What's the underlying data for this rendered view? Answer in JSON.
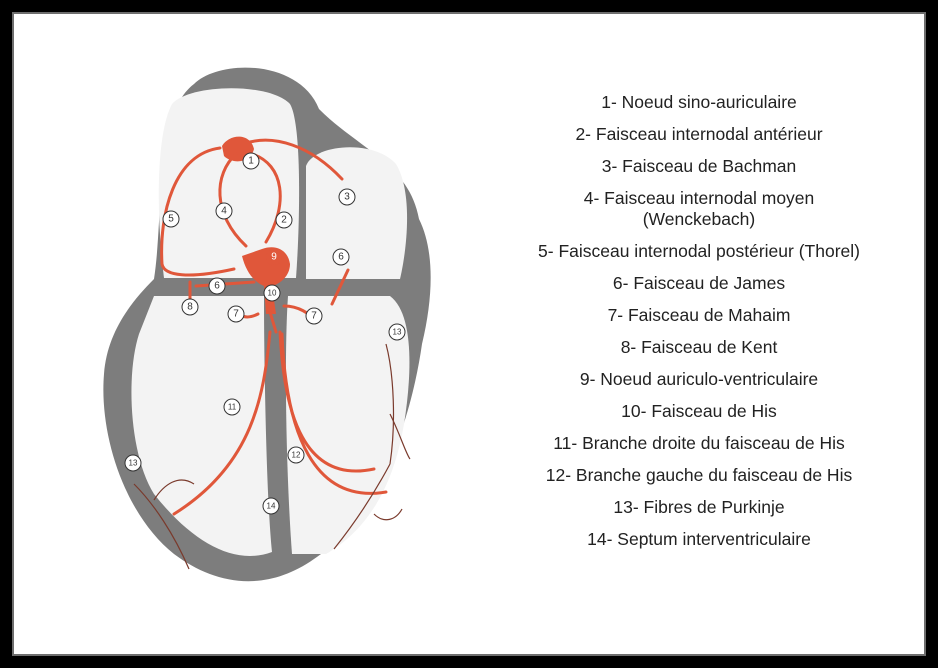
{
  "legend": [
    {
      "line1": "1- Noeud sino-auriculaire",
      "line2": ""
    },
    {
      "line1": "2- Faisceau internodal antérieur",
      "line2": ""
    },
    {
      "line1": "3- Faisceau de Bachman",
      "line2": ""
    },
    {
      "line1": "4- Faisceau internodal moyen",
      "line2": "(Wenckebach)"
    },
    {
      "line1": "5- Faisceau internodal postérieur (Thorel)",
      "line2": ""
    },
    {
      "line1": "6- Faisceau de James",
      "line2": ""
    },
    {
      "line1": "7- Faisceau de Mahaim",
      "line2": ""
    },
    {
      "line1": "8- Faisceau de Kent",
      "line2": ""
    },
    {
      "line1": "9- Noeud auriculo-ventriculaire",
      "line2": ""
    },
    {
      "line1": "10- Faisceau de His",
      "line2": ""
    },
    {
      "line1": "11- Branche droite du faisceau de His",
      "line2": ""
    },
    {
      "line1": "12- Branche gauche du faisceau de His",
      "line2": ""
    },
    {
      "line1": "13- Fibres de Purkinje",
      "line2": ""
    },
    {
      "line1": "14- Septum interventriculaire",
      "line2": ""
    }
  ],
  "markers": {
    "m1": "1",
    "m2": "2",
    "m3": "3",
    "m4": "4",
    "m5": "5",
    "m6a": "6",
    "m6b": "6",
    "m7a": "7",
    "m7b": "7",
    "m8": "8",
    "m9": "9",
    "m10": "10",
    "m11": "11",
    "m12": "12",
    "m13a": "13",
    "m13b": "13",
    "m14": "14"
  },
  "colors": {
    "wall": "#7d7d7d",
    "chamber": "#f3f3f3",
    "conduction": "#e0573a",
    "purkinje": "#7a3a2c"
  }
}
